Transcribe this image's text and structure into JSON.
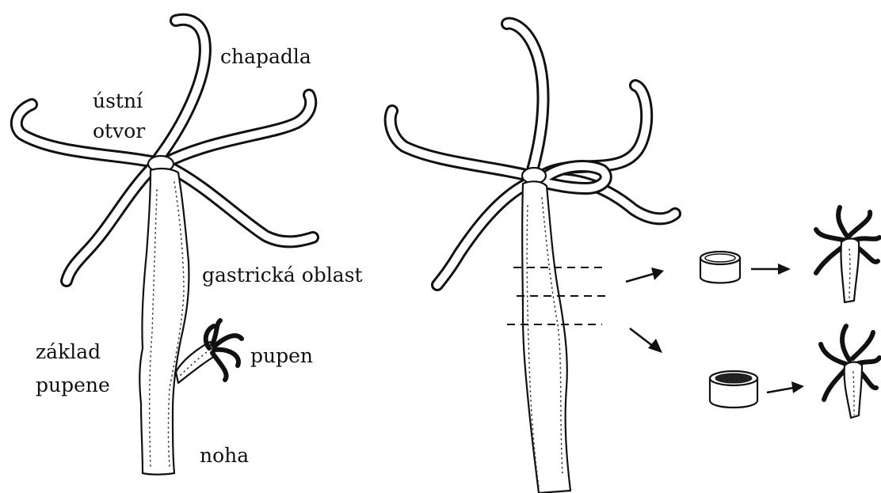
{
  "labels": {
    "chapadla": "chapadla",
    "ustni": "ústní",
    "otvor": "otvor",
    "gastricka": "gastrická oblast",
    "pupen": "pupen",
    "zaklad": "základ",
    "pupene": "pupene",
    "noha": "noha"
  },
  "colors": {
    "ink": "#111111",
    "paper": "#ffffff"
  }
}
